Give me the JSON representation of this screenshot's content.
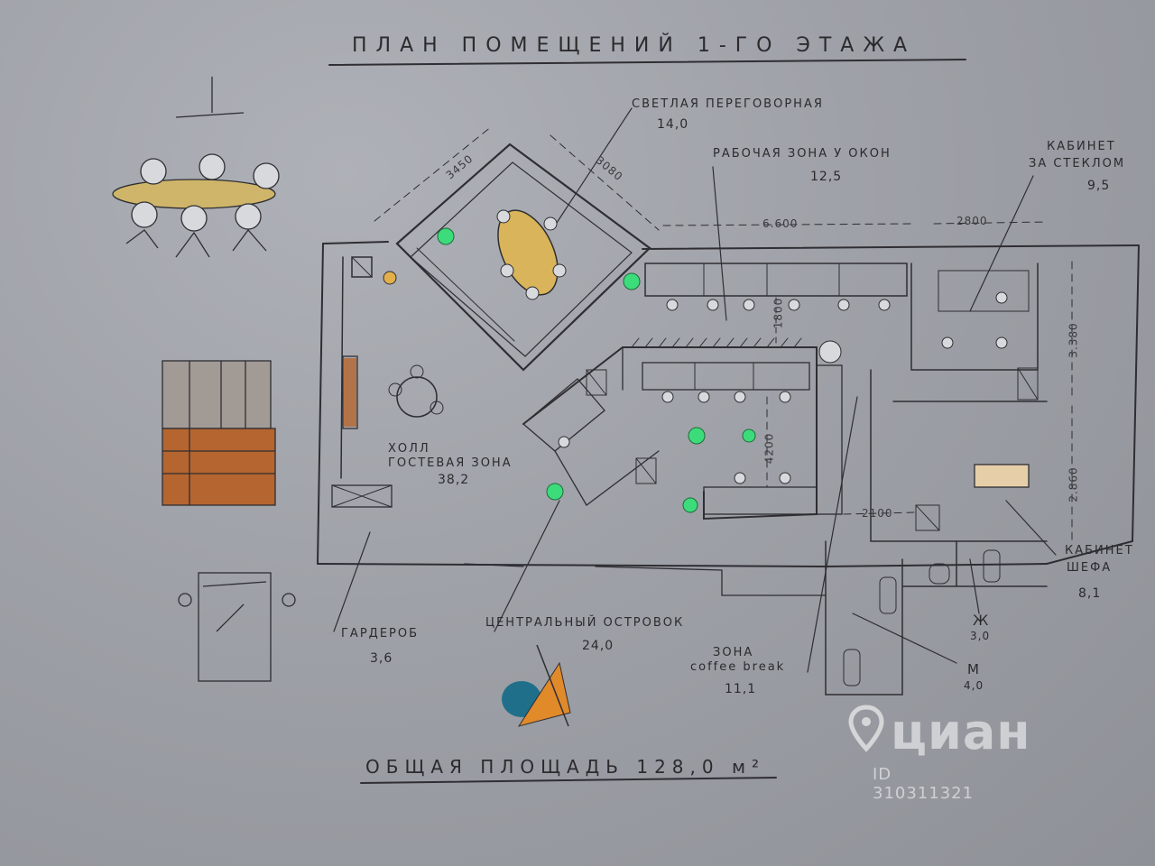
{
  "title": "ПЛАН ПОМЕЩЕНИЙ 1-ГО ЭТАЖА",
  "rooms": {
    "meeting": {
      "label": "СВЕТЛАЯ ПЕРЕГОВОРНАЯ",
      "area": "14,0"
    },
    "window_zone": {
      "label": "РАБОЧАЯ ЗОНА У ОКОН",
      "area": "12,5"
    },
    "glass_office_l1": "КАБИНЕТ",
    "glass_office_l2": "ЗА СТЕКЛОМ",
    "glass_office_area": "9,5",
    "hall_l1": "ХОЛЛ",
    "hall_l2": "ГОСТЕВАЯ ЗОНА",
    "hall_area": "38,2",
    "wardrobe": {
      "label": "ГАРДЕРОБ",
      "area": "3,6"
    },
    "island": {
      "label": "ЦЕНТРАЛЬНЫЙ ОСТРОВОК",
      "area": "24,0"
    },
    "coffee_l1": "ЗОНА",
    "coffee_l2": "coffee break",
    "coffee_area": "11,1",
    "boss_l1": "КАБИНЕТ",
    "boss_l2": "ШЕФА",
    "boss_area": "8,1",
    "wc_f": {
      "label": "Ж",
      "area": "3,0"
    },
    "wc_m": {
      "label": "М",
      "area": "4,0"
    }
  },
  "dimensions": {
    "d1": "3450",
    "d2": "3080",
    "d3": "6.600",
    "d4": "2800",
    "d5": "1800",
    "d6": "3.380",
    "d7": "4200",
    "d8": "2.860",
    "d9": "2100"
  },
  "total_area": "ОБЩАЯ ПЛОЩАДЬ 128,0 м²",
  "watermark": {
    "brand": "циан",
    "id": "ID 310311321"
  },
  "colors": {
    "paper": "#9ea1a7",
    "pencil": "#2b2b2e",
    "plant_green": "#3ddc7a",
    "table_gold": "#d9b45a",
    "cabinet_brown": "#b5652f",
    "logo_blue": "#1f6f8b",
    "logo_orange": "#e08a2a"
  }
}
